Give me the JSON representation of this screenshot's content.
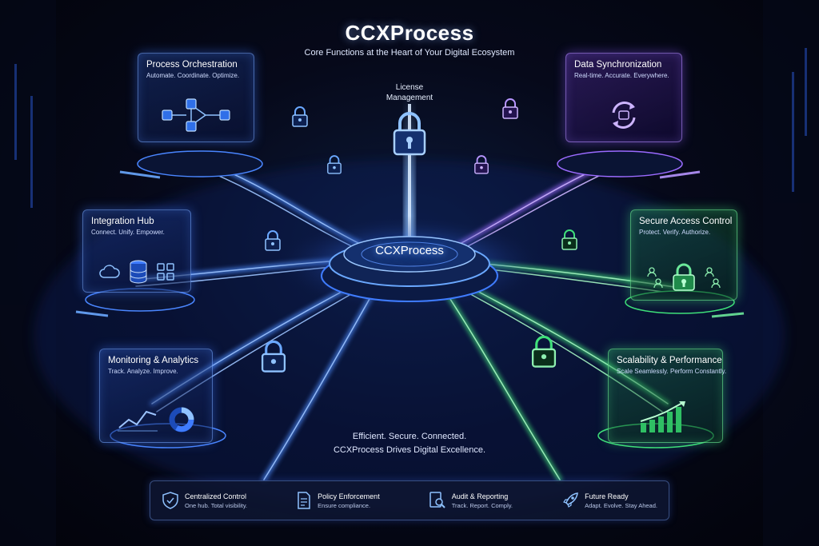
{
  "header": {
    "title": "CCXProcess",
    "subtitle": "Core Functions at the Heart of Your Digital Ecosystem"
  },
  "center": {
    "hub_label": "CCXProcess",
    "license_line1": "License",
    "license_line2": "Management"
  },
  "panels": {
    "process_orchestration": {
      "title": "Process Orchestration",
      "subtitle": "Automate. Coordinate. Optimize."
    },
    "data_synchronization": {
      "title": "Data Synchronization",
      "subtitle": "Real-time. Accurate. Everywhere."
    },
    "integration_hub": {
      "title": "Integration Hub",
      "subtitle": "Connect. Unify. Empower."
    },
    "secure_access_control": {
      "title": "Secure Access Control",
      "subtitle": "Protect. Verify. Authorize."
    },
    "monitoring_analytics": {
      "title": "Monitoring & Analytics",
      "subtitle": "Track. Analyze. Improve."
    },
    "scalability_performance": {
      "title": "Scalability & Performance",
      "subtitle": "Scale Seamlessly. Perform Constantly."
    }
  },
  "tagline": {
    "line1": "Efficient. Secure. Connected.",
    "line2": "CCXProcess Drives Digital Excellence."
  },
  "features": [
    {
      "title": "Centralized Control",
      "subtitle": "One hub. Total visibility.",
      "icon": "shield-check-icon"
    },
    {
      "title": "Policy Enforcement",
      "subtitle": "Ensure compliance.",
      "icon": "document-icon"
    },
    {
      "title": "Audit & Reporting",
      "subtitle": "Track. Report. Comply.",
      "icon": "magnifier-report-icon"
    },
    {
      "title": "Future Ready",
      "subtitle": "Adapt. Evolve. Stay Ahead.",
      "icon": "rocket-icon"
    }
  ],
  "colors": {
    "blue": "#3f8cff",
    "purple": "#9b6bff",
    "green": "#3fe07a",
    "background": "#04060f"
  }
}
